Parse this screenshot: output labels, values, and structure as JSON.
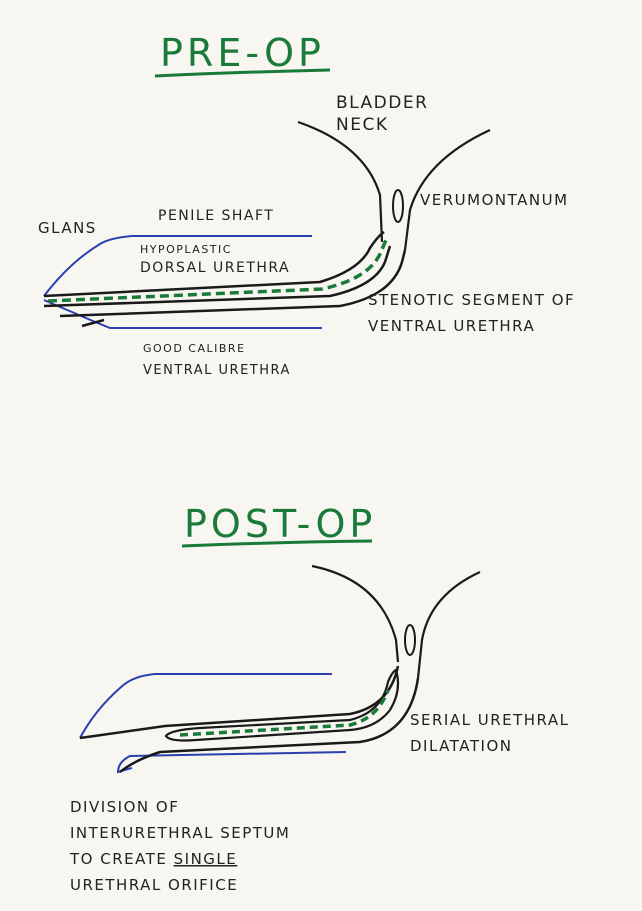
{
  "pre_op": {
    "title": "PRE-OP",
    "bladder_neck_1": "BLADDER",
    "bladder_neck_2": "NECK",
    "verumontanum": "VERUMONTANUM",
    "glans": "GLANS",
    "penile_shaft": "PENILE SHAFT",
    "hypoplastic_1": "HYPOPLASTIC",
    "hypoplastic_2": "DORSAL URETHRA",
    "stenotic_1": "STENOTIC SEGMENT OF",
    "stenotic_2": "VENTRAL URETHRA",
    "good_calibre_1": "GOOD CALIBRE",
    "good_calibre_2": "VENTRAL URETHRA"
  },
  "post_op": {
    "title": "POST-OP",
    "serial_1": "SERIAL URETHRAL",
    "serial_2": "DILATATION",
    "division_1": "DIVISION OF",
    "division_2": "INTERURETHRAL SEPTUM",
    "division_3_prefix": "TO CREATE ",
    "division_3_underlined": "SINGLE",
    "division_4": "URETHRAL ORIFICE"
  },
  "colors": {
    "ink": "#1a1a1a",
    "blue_ink": "#2a3fb0",
    "green_ink": "#1a7a3a"
  }
}
